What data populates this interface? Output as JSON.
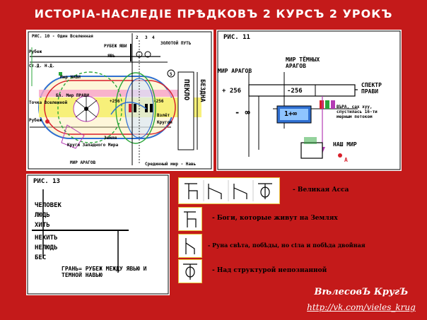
{
  "title": "ИСТОРІА-НАСЛЕДІЕ ПРѢДКОВЪ 2 КУРСЪ 2 УРОКЪ",
  "fig1": {
    "caption": "РИС. 10 - Один Вселенная",
    "labels": {
      "rubezh": "Рубеж",
      "std": "Ст.Д.",
      "nd": "Н.Д.",
      "n2": "2",
      "n3": "3",
      "n4": "4",
      "n5": "5",
      "rubezh_yavi": "РУБЕЖ ЯВИ",
      "zolotoy_put": "ЗОЛОТОЙ ПУТЬ",
      "yav": "ЯВЬ",
      "rovesnoy": "Рубеж",
      "bl_mir_pravi": "Бл. Мир ПРАВИ",
      "n256a": "+256",
      "n256b": "-256",
      "peklo": "ПЕКЛО",
      "bezdna": "БЕЗДНА",
      "kruchi": "Кругом",
      "tochka": "Точка Вселенной",
      "zemlya": "Земля",
      "mir_navi": "Мир НАВИ",
      "kugi": "Круги Западного Мира",
      "vzlet": "Взлёт",
      "mir_aragov": "МИР АРАГОВ",
      "sredinny": "Срединный мир - Навь"
    }
  },
  "fig2": {
    "caption": "РИС. 11",
    "mir_aragov": "МИР АРАГОВ",
    "mir_temnyh": "МИР ТЁМНЫХ АРАГОВ",
    "plus256": "+ 256",
    "minus256": "-256",
    "spektr": "СПЕКТР ПРАВИ",
    "minus_inf": "- ∞",
    "one_plus_inf": "1+∞",
    "vera": "ВЪРА, сах хуу, спустилась 16-ти мерным потоком",
    "nash_mir": "НАШ МИР",
    "A": "A"
  },
  "fig3": {
    "caption": "РИС. 13",
    "lines": [
      "ЧЕЛОВЕК",
      "ЛЮДЬ",
      "ХИТЬ",
      "НЕХИТЬ",
      "НЕЛЮДЬ",
      "БЕС"
    ],
    "gran": "ГРАНЬ= РУБЕЖ МЕЖДУ ЯВЬЮ И ТЕМНОЙ НАВЬЮ"
  },
  "runes": [
    "- Великая Асса",
    "- Боги, которые живут на Землях",
    "- Руна свѣта, побѣды, но сіла и побѣда двойная",
    "- Над структурой непознанной"
  ],
  "signature": {
    "line1": "ВѣлесовЪ КругЪ",
    "line2": "http://vk.com/vieles_krug"
  },
  "colors": {
    "background": "#c41a1a",
    "rune_border": "#e7c33b",
    "blue_box": "#2f6fd1",
    "red": "#d81f2a",
    "purple": "#b43bb4",
    "green": "#2aa63a"
  }
}
